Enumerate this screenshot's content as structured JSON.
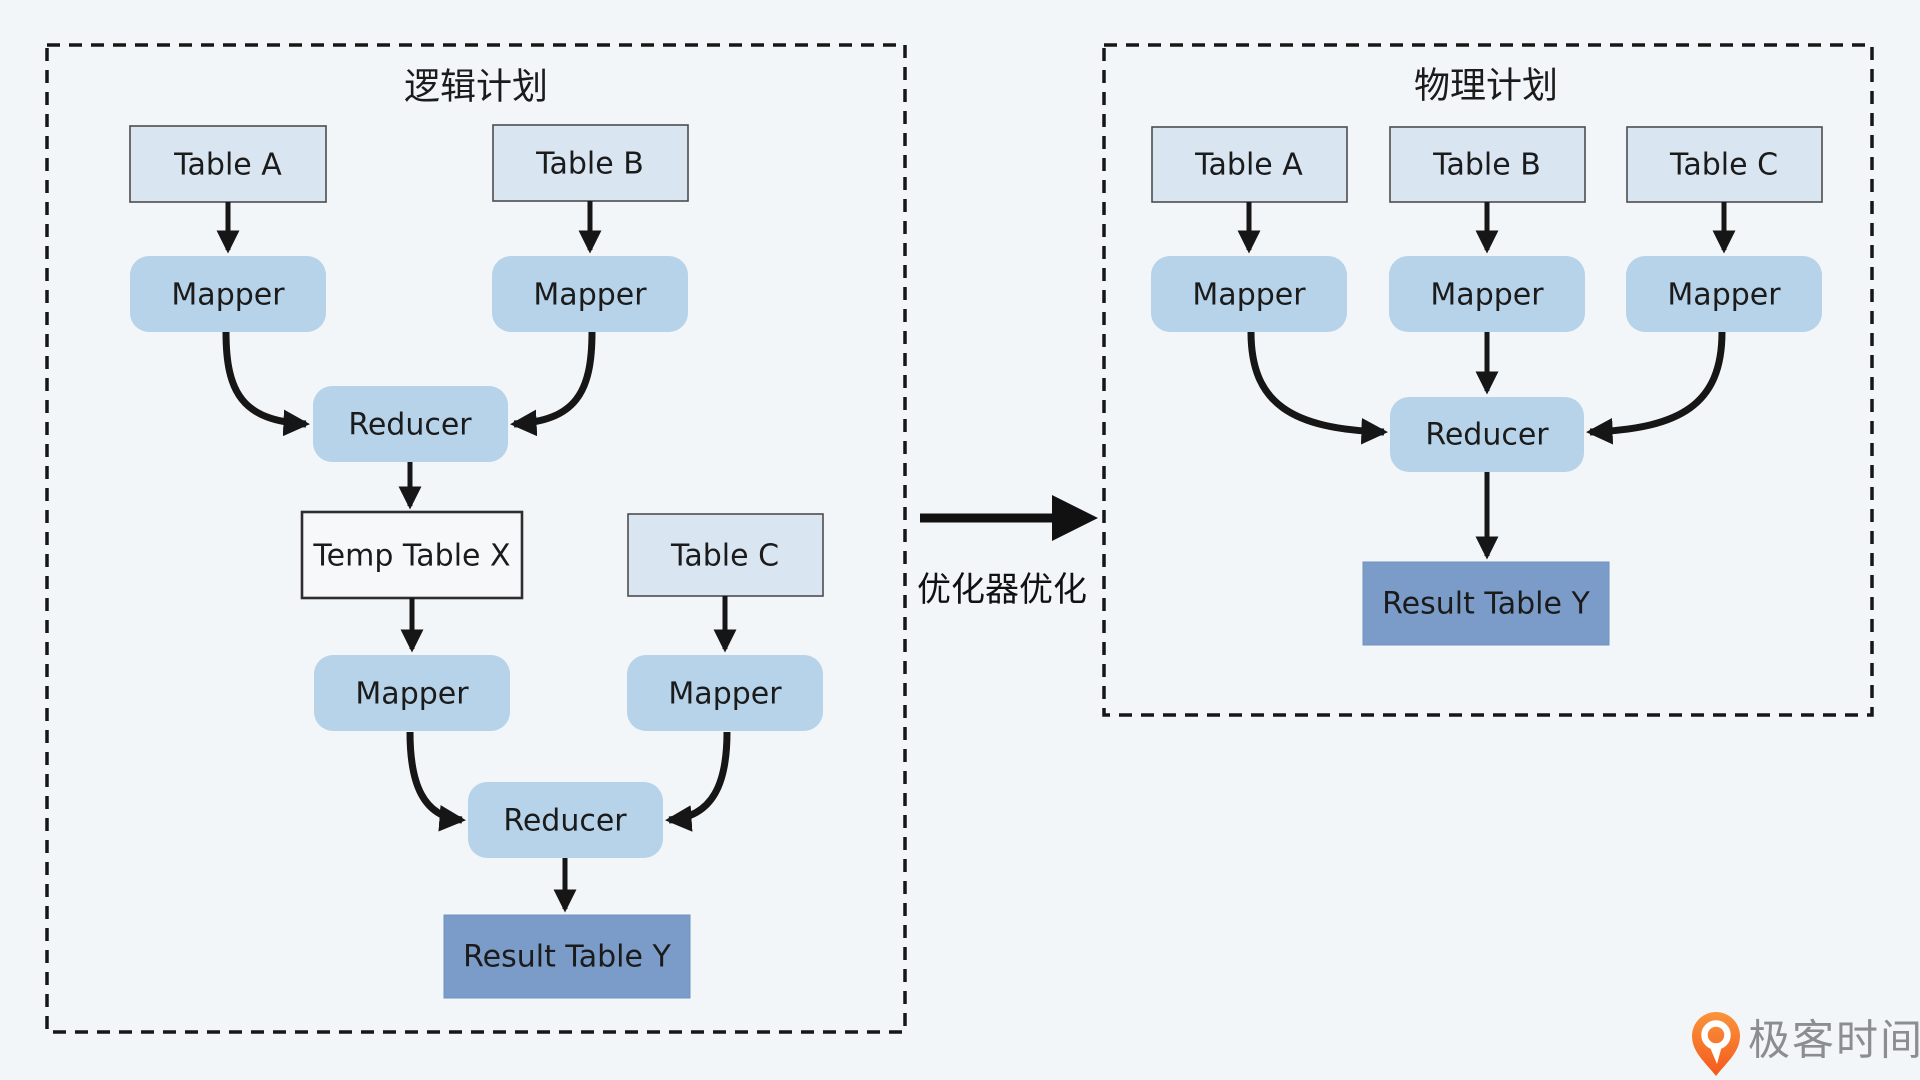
{
  "panels": {
    "logical": {
      "title": "逻辑计划",
      "nodes": [
        {
          "id": "table-a",
          "label": "Table A"
        },
        {
          "id": "table-b",
          "label": "Table B"
        },
        {
          "id": "mapper-1",
          "label": "Mapper"
        },
        {
          "id": "mapper-2",
          "label": "Mapper"
        },
        {
          "id": "reducer-1",
          "label": "Reducer"
        },
        {
          "id": "temp-table-x",
          "label": "Temp Table X"
        },
        {
          "id": "table-c",
          "label": "Table C"
        },
        {
          "id": "mapper-3",
          "label": "Mapper"
        },
        {
          "id": "mapper-4",
          "label": "Mapper"
        },
        {
          "id": "reducer-2",
          "label": "Reducer"
        },
        {
          "id": "result-table-y",
          "label": "Result Table Y"
        }
      ]
    },
    "physical": {
      "title": "物理计划",
      "nodes": [
        {
          "id": "table-a",
          "label": "Table A"
        },
        {
          "id": "table-b",
          "label": "Table B"
        },
        {
          "id": "table-c",
          "label": "Table C"
        },
        {
          "id": "mapper-1",
          "label": "Mapper"
        },
        {
          "id": "mapper-2",
          "label": "Mapper"
        },
        {
          "id": "mapper-3",
          "label": "Mapper"
        },
        {
          "id": "reducer",
          "label": "Reducer"
        },
        {
          "id": "result-table-y",
          "label": "Result Table Y"
        }
      ]
    }
  },
  "transform_arrow": {
    "label": "优化器优化"
  },
  "logo": {
    "icon": "geektime-pin-icon",
    "text": "极客时间"
  },
  "colors": {
    "background": "#f3f6f9",
    "table_fill": "#d9e5f1",
    "process_fill": "#b7d3e9",
    "temp_table_fill": "#f7f8f9",
    "result_fill": "#7b9cc9",
    "arrow": "#161616",
    "logo_orange": "#f4591d",
    "logo_text_gray": "#8b8d90"
  }
}
